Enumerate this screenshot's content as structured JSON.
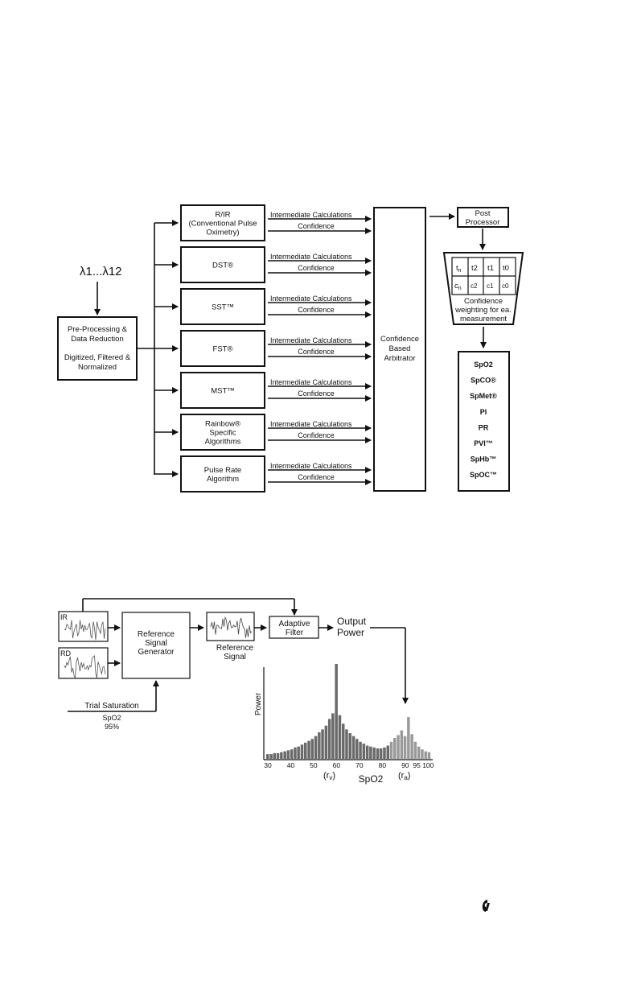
{
  "fig1": {
    "wavelength_label": "λ1...λ12",
    "preprocess": {
      "line1": "Pre-Processing &",
      "line2": "Data Reduction",
      "line3": "Digitized, Filtered &",
      "line4": "Normalized"
    },
    "algorithms": [
      {
        "lines": [
          "R/IR",
          "(Conventional Pulse",
          "Oximetry)"
        ]
      },
      {
        "lines": [
          "DST®"
        ]
      },
      {
        "lines": [
          "SST™"
        ]
      },
      {
        "lines": [
          "FST®"
        ]
      },
      {
        "lines": [
          "MST™"
        ]
      },
      {
        "lines": [
          "Rainbow®",
          "Specific",
          "Algorithms"
        ]
      },
      {
        "lines": [
          "Pulse Rate",
          "Algorithm"
        ]
      }
    ],
    "intermediate_label": "Intermediate Calculations",
    "confidence_label": "Confidence",
    "arbitrator": {
      "line1": "Confidence",
      "line2": "Based",
      "line3": "Arbitrator"
    },
    "post_processor": {
      "line1": "Post",
      "line2": "Processor"
    },
    "weight_table": {
      "row1": [
        "t",
        "t2",
        "t1",
        "t0"
      ],
      "row1_sub": [
        "n",
        "",
        "",
        ""
      ],
      "row2": [
        "c",
        "c2",
        "c1",
        "c0"
      ],
      "row2_sub": [
        "n",
        "",
        "",
        ""
      ],
      "caption1": "Confidence",
      "caption2": "weighting for ea.",
      "caption3": "measurement"
    },
    "outputs": [
      "SpO2",
      "SpCO®",
      "SpMet®",
      "PI",
      "PR",
      "PVI™",
      "SpHb™",
      "SpOC™"
    ]
  },
  "fig2": {
    "ir_label": "IR",
    "rd_label": "RD",
    "generator": {
      "line1": "Reference",
      "line2": "Signal",
      "line3": "Generator"
    },
    "reference_signal": {
      "line1": "Reference",
      "line2": "Signal"
    },
    "adaptive_filter": {
      "line1": "Adaptive",
      "line2": "Filter"
    },
    "output_power": {
      "line1": "Output",
      "line2": "Power"
    },
    "trial_saturation": "Trial Saturation",
    "spo2_label": "SpO2",
    "spo2_value": "95%"
  },
  "chart_data": {
    "type": "bar",
    "title": "",
    "xlabel": "SpO2",
    "ylabel": "Power",
    "x_ticks": [
      "30",
      "40",
      "50",
      "60",
      "70",
      "80",
      "90",
      "95",
      "100"
    ],
    "x_tick_values": [
      30,
      40,
      50,
      60,
      70,
      80,
      90,
      95,
      100
    ],
    "annotations": [
      "(rv)",
      "(ra)"
    ],
    "xlim": [
      30,
      102
    ],
    "ylim": [
      0,
      1
    ],
    "x": [
      30,
      31.5,
      33,
      34.5,
      36,
      37.5,
      39,
      40.5,
      42,
      43.5,
      45,
      46.5,
      48,
      49.5,
      51,
      52.5,
      54,
      55.5,
      57,
      58.5,
      60,
      61.5,
      63,
      64.5,
      66,
      67.5,
      69,
      70.5,
      72,
      73.5,
      75,
      76.5,
      78,
      79.5,
      81,
      82.5,
      84,
      85.5,
      87,
      88.5,
      90,
      91.5,
      93,
      94.5,
      96,
      97.5,
      99,
      100.5
    ],
    "values": [
      0.05,
      0.05,
      0.06,
      0.06,
      0.07,
      0.08,
      0.09,
      0.1,
      0.12,
      0.13,
      0.15,
      0.17,
      0.19,
      0.21,
      0.24,
      0.28,
      0.31,
      0.35,
      0.42,
      0.48,
      1.0,
      0.46,
      0.37,
      0.31,
      0.27,
      0.24,
      0.21,
      0.18,
      0.16,
      0.14,
      0.13,
      0.12,
      0.11,
      0.11,
      0.12,
      0.14,
      0.18,
      0.22,
      0.25,
      0.3,
      0.24,
      0.44,
      0.26,
      0.18,
      0.13,
      0.1,
      0.08,
      0.07
    ],
    "highlight_range": [
      84,
      102
    ]
  }
}
